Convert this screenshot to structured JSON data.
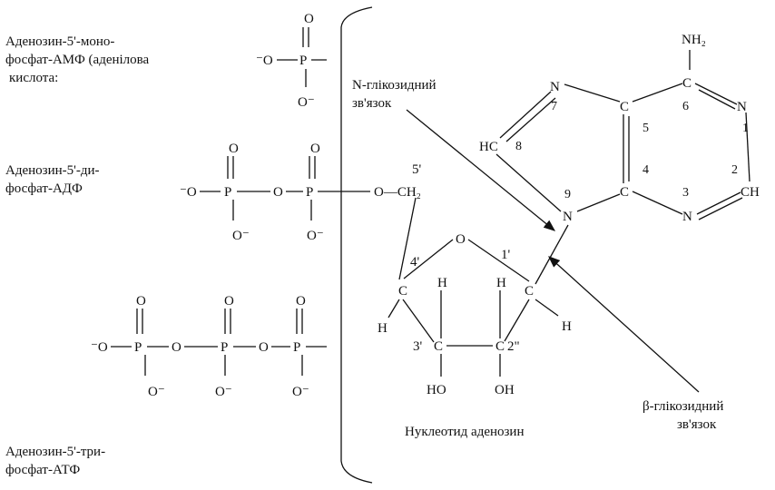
{
  "names": {
    "amp": [
      "Аденозин-5'-моно-",
      "фосфат-АМФ (аденілова",
      "кислота:"
    ],
    "adp": [
      "Аденозин-5'-ди-",
      "фосфат-АДФ"
    ],
    "atp": [
      "Аденозин-5'-три-",
      "фосфат-АТФ"
    ]
  },
  "labels": {
    "n_glyco": [
      "N-глікозидний",
      "зв'язок"
    ],
    "beta_glyco": [
      "β-глікозидний",
      "зв'язок"
    ],
    "nucleotide": "Нуклеотид аденозин"
  },
  "atoms": {
    "O": "O",
    "O_minus": "O⁻",
    "O_minus_left": "⁻O",
    "P": "P",
    "CH2": "O—CH₂",
    "C": "C",
    "N": "N",
    "H": "H",
    "HO": "HO",
    "OH": "OH",
    "HC": "HC",
    "CH": "CH",
    "NH2": "NH₂"
  },
  "locants": {
    "p5": "5'",
    "p4": "4'",
    "p1": "1'",
    "p3": "3'",
    "p2": "2\"",
    "n1": "1",
    "n2": "2",
    "n3": "3",
    "n4": "4",
    "n5": "5",
    "n6": "6",
    "n7": "7",
    "n8": "8",
    "n9": "9"
  }
}
